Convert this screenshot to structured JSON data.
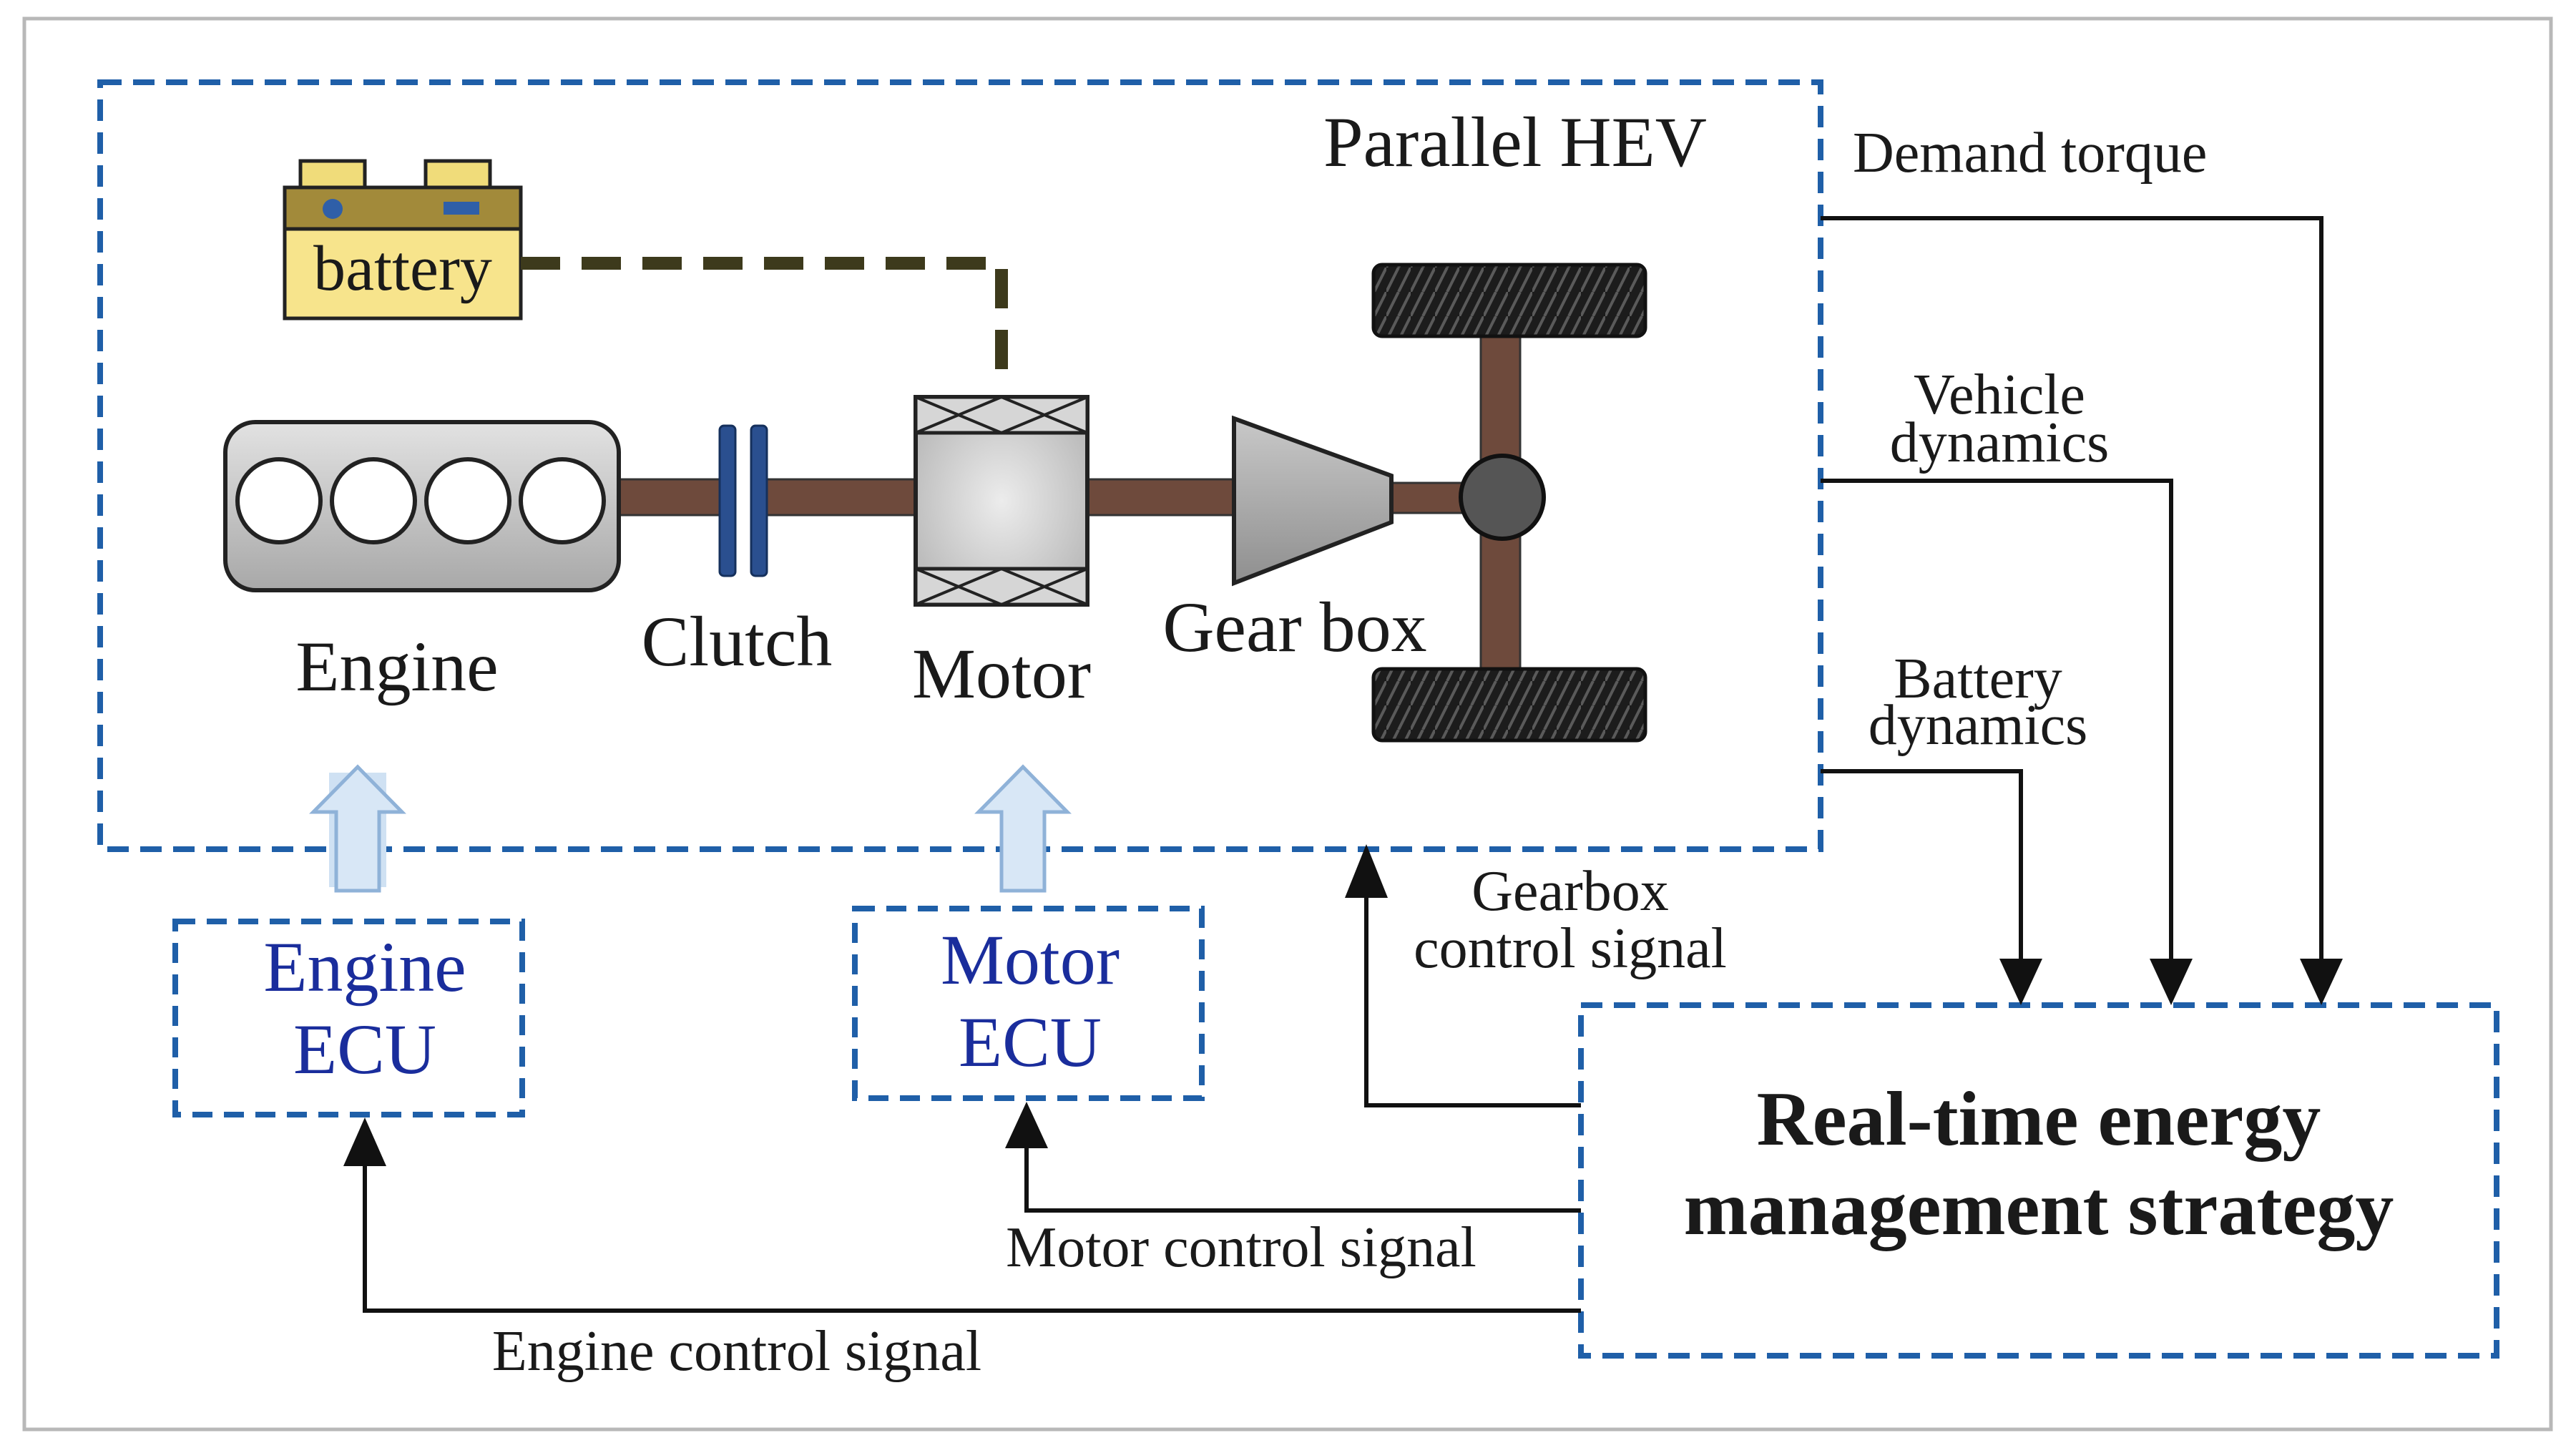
{
  "diagram": {
    "system_label": "Parallel HEV",
    "components": {
      "battery": "battery",
      "engine": "Engine",
      "clutch": "Clutch",
      "motor": "Motor",
      "gearbox": "Gear box"
    },
    "controllers": {
      "engine_ecu_line1": "Engine",
      "engine_ecu_line2": "ECU",
      "motor_ecu_line1": "Motor",
      "motor_ecu_line2": "ECU"
    },
    "inputs": {
      "demand_torque": "Demand torque",
      "vehicle_dynamics_line1": "Vehicle",
      "vehicle_dynamics_line2": "dynamics",
      "battery_dynamics_line1": "Battery",
      "battery_dynamics_line2": "dynamics"
    },
    "signals": {
      "gearbox_line1": "Gearbox",
      "gearbox_line2": "control signal",
      "motor_control": "Motor control signal",
      "engine_control": "Engine control signal"
    },
    "strategy": {
      "line1": "Real-time energy",
      "line2": "management strategy"
    }
  },
  "colors": {
    "dashed_border": "#1f5fa8",
    "ecu_text": "#1a2d9c",
    "shaft": "#6e4a3c",
    "battery_fill": "#f7e48c",
    "clutch": "#2a4f8f",
    "engine_body": "#c9c9c9",
    "motor_body": "#cfcfcf",
    "gearbox_fill": "#a9a9a9",
    "wheel": "#1c1c1c",
    "arrow": "#111111",
    "hollow_arrow": "#a8c6e6"
  }
}
